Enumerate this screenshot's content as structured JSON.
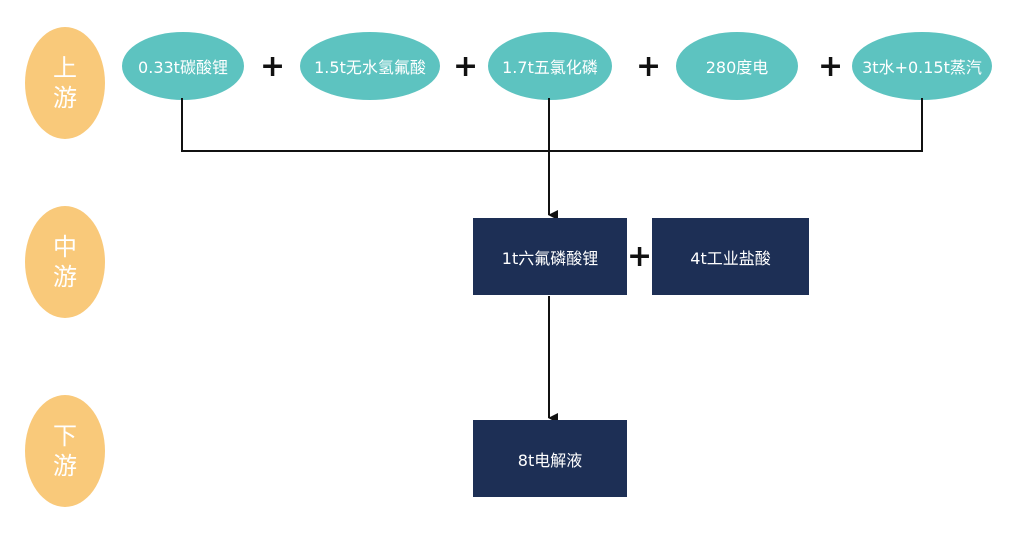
{
  "stages": [
    {
      "chars": [
        "上",
        "游"
      ]
    },
    {
      "chars": [
        "中",
        "游"
      ]
    },
    {
      "chars": [
        "下",
        "游"
      ]
    }
  ],
  "upstream_inputs": [
    {
      "label": "0.33t碳酸锂"
    },
    {
      "label": "1.5t无水氢氟酸"
    },
    {
      "label": "1.7t五氯化磷"
    },
    {
      "label": "280度电"
    },
    {
      "label": "3t水+0.15t蒸汽"
    }
  ],
  "plus_symbol": "+",
  "midstream": [
    {
      "label": "1t六氟磷酸锂"
    },
    {
      "label": "4t工业盐酸"
    }
  ],
  "downstream": [
    {
      "label": "8t电解液"
    }
  ],
  "colors": {
    "stage_pill": "#f9c97a",
    "input_ellipse": "#5dc3c0",
    "product_box": "#1d2f55",
    "connector": "#111111"
  }
}
